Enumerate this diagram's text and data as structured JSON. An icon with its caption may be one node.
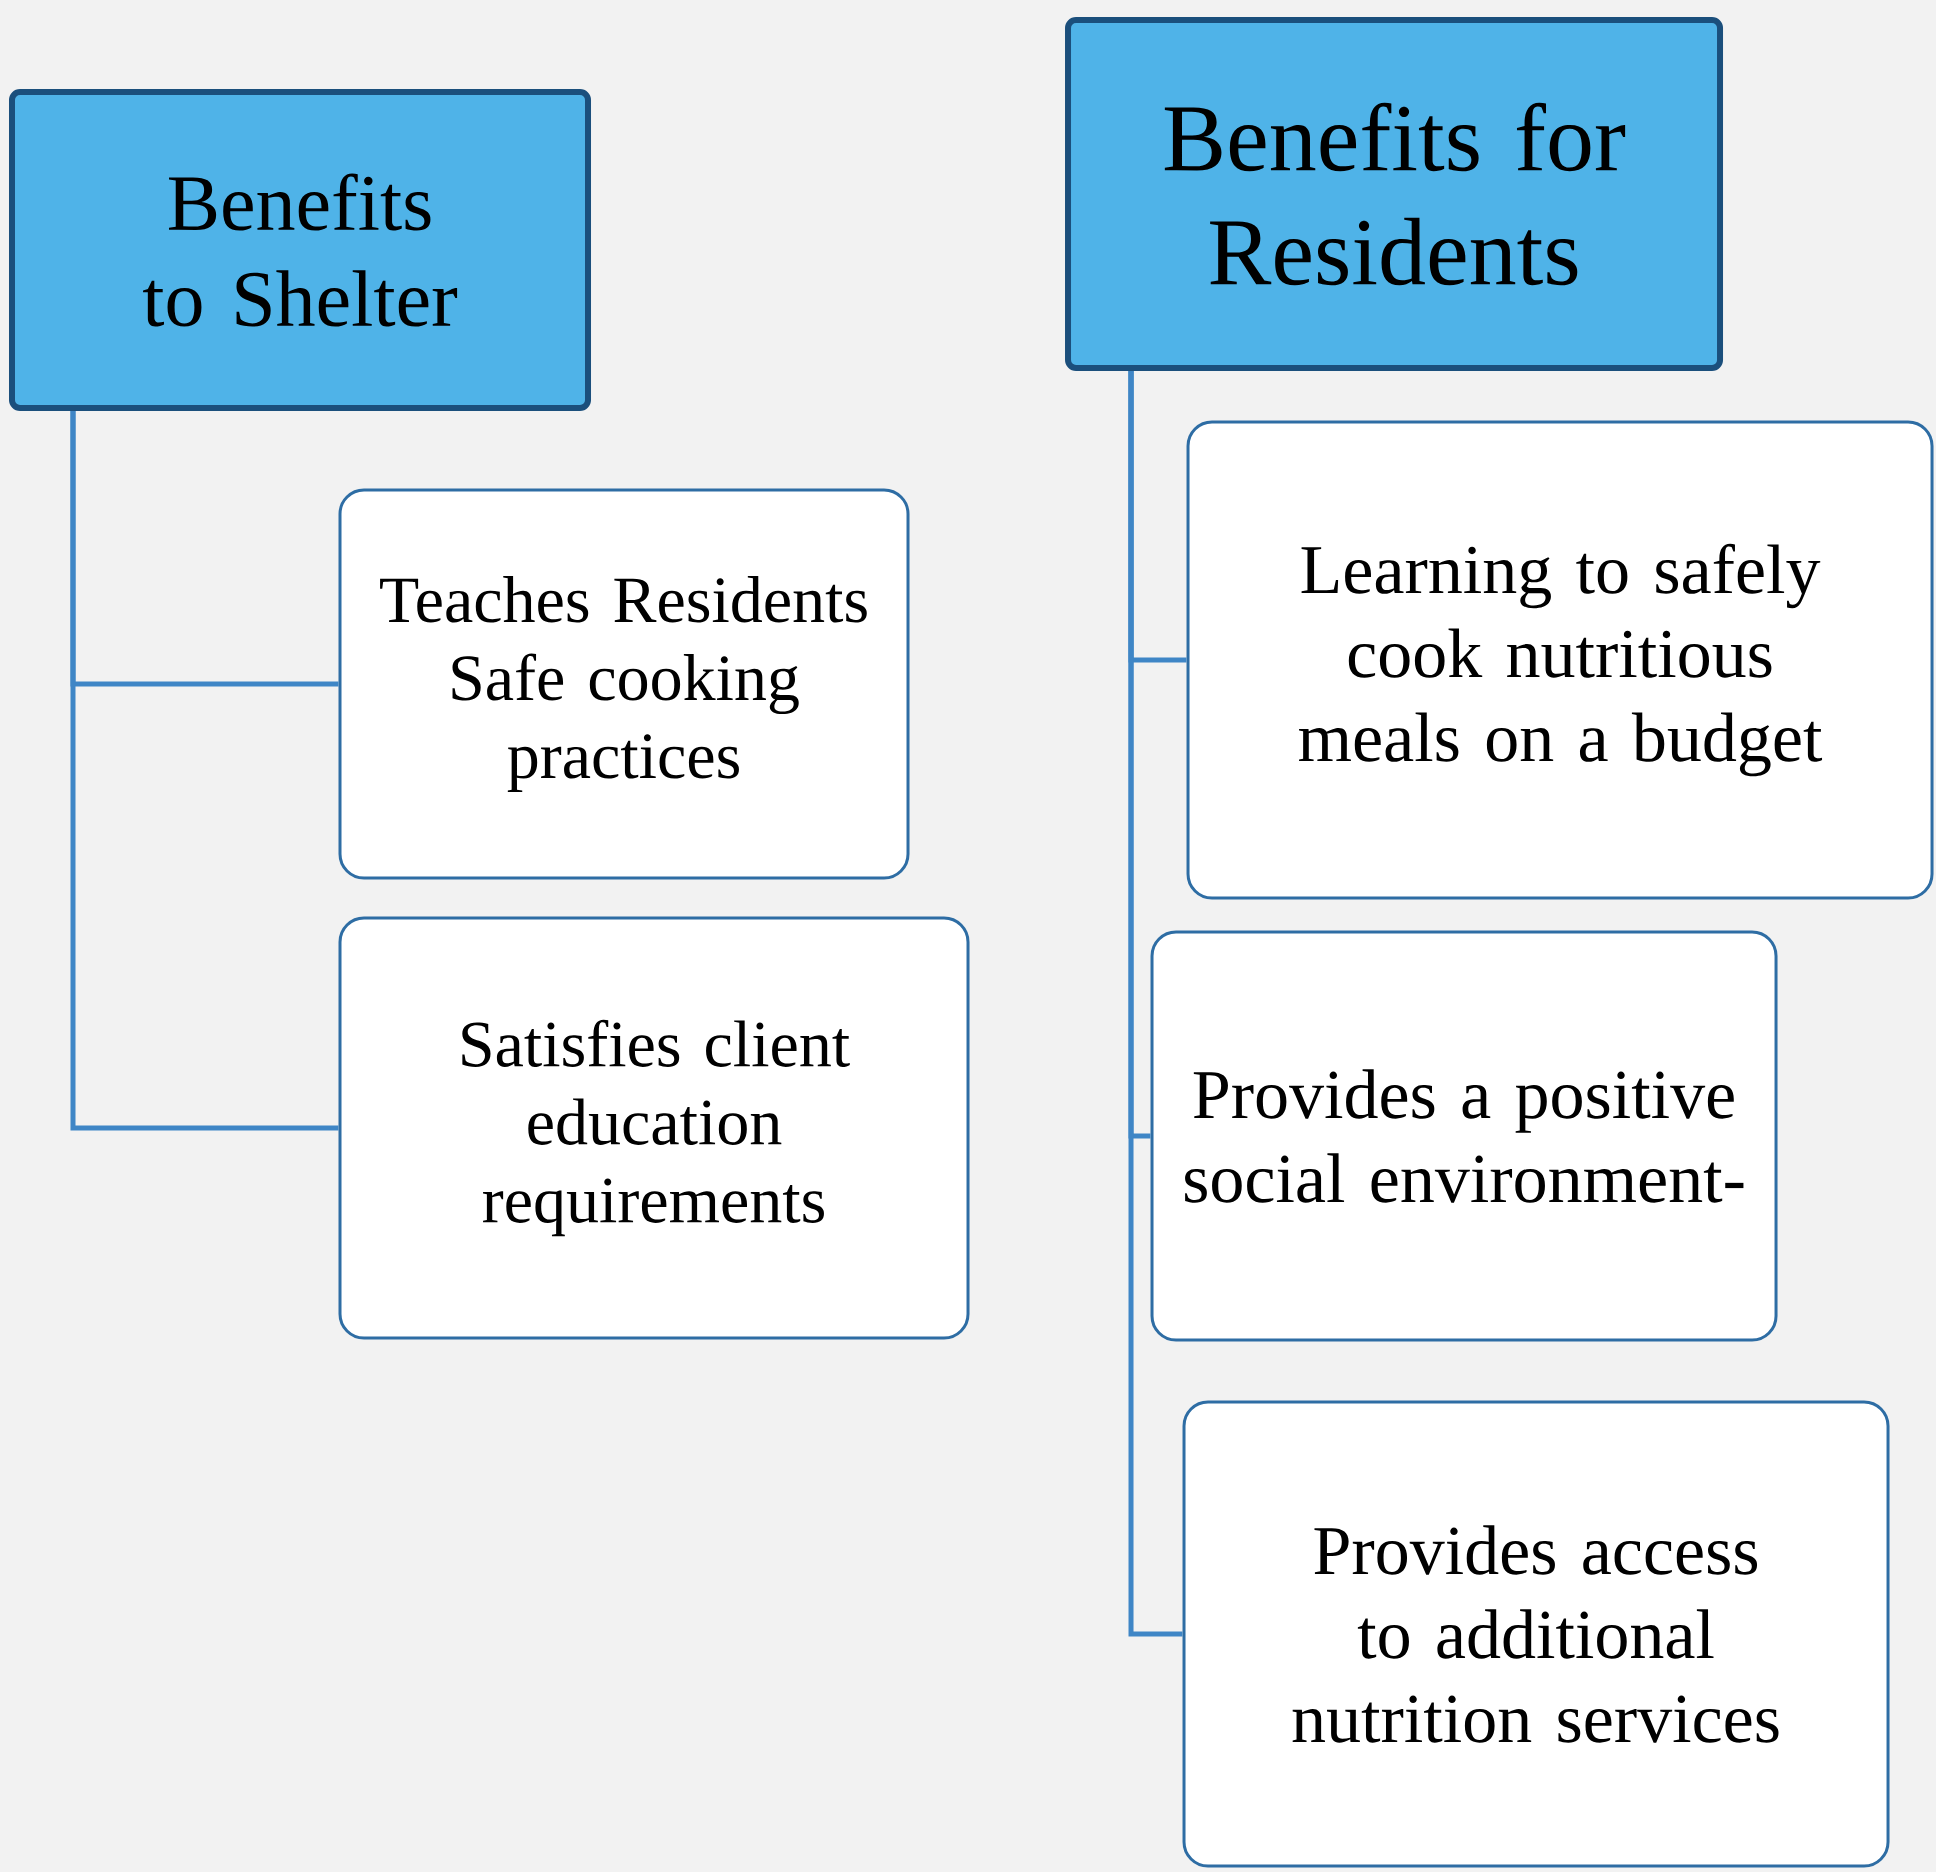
{
  "diagram": {
    "nodes": [
      {
        "text": [
          "Benefits to Shelter"
        ]
      },
      {
        "text": [
          "Teaches Residents Safe cooking practices"
        ]
      },
      {
        "text": [
          "Satisfies client education requirements"
        ]
      },
      {
        "text": [
          "Benefits for Residents"
        ]
      },
      {
        "text": [
          "Learning to safely cook nutritious meals on a budget"
        ]
      },
      {
        "text": [
          "Provides  a positive social environment-"
        ]
      },
      {
        "text": [
          "Provides access to additional nutrition services"
        ]
      }
    ],
    "edges": [
      {
        "from": 0,
        "to": 1,
        "arrow": "none"
      },
      {
        "from": 0,
        "to": 2,
        "arrow": "none"
      },
      {
        "from": 3,
        "to": 4,
        "arrow": "none"
      },
      {
        "from": 3,
        "to": 5,
        "arrow": "none"
      },
      {
        "from": 3,
        "to": 6,
        "arrow": "none"
      }
    ]
  }
}
